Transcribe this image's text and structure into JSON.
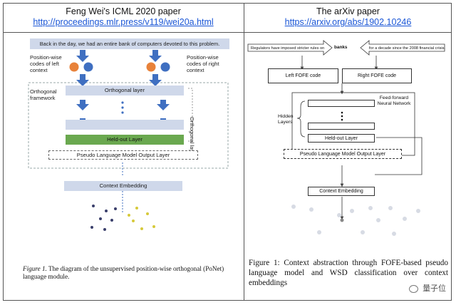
{
  "left": {
    "title": "Feng Wei's ICML 2020 paper",
    "link": "http://proceedings.mlr.press/v119/wei20a.html",
    "sentence": "Back in the day, we had an entire bank of computers devoted to this problem.",
    "left_codes": "Position-wise codes of left context",
    "right_codes": "Position-wise codes of right context",
    "orthogonal_framework": "Orthogonal framework",
    "orthogonal_layers": "Orthogonal layers",
    "orthogonal_layer": "Orthogonal layer",
    "held_out": "Held-out Layer",
    "pseudo_lm": "Pseudo Language Model Output Layer",
    "context_embedding": "Context Embedding",
    "caption_label": "Figure 1.",
    "caption_text": "The diagram of the unsupervised position-wise orthogonal (PoNet) language module."
  },
  "right": {
    "title": "The arXiv paper",
    "link": "https://arxiv.org/abs/1902.10246",
    "sentence_left": "Regulators have imposed stricter rules on",
    "sentence_word": "banks",
    "sentence_right": "for a decade since the 2008 financial crisis.",
    "left_fofe": "Left FOFE code",
    "right_fofe": "Right FOFE code",
    "ffnn": "Feed-forward Neural Network",
    "hidden_layers": "Hidden Layers",
    "held_out": "Held-out Layer",
    "pseudo_lm": "Pseudo Language Model Output Layer",
    "context_embedding": "Context Embedding",
    "caption": "Figure 1: Context abstraction through FOFE-based pseudo language model and WSD classification over context embeddings"
  },
  "watermark": "量子位",
  "colors": {
    "link": "#1a56d6",
    "box_blue": "#cfd8ea",
    "arrow_blue": "#3f6fc1",
    "held_green": "#6aa84f",
    "dot_orange": "#e8823a",
    "dot_blue": "#3f6fc1"
  }
}
